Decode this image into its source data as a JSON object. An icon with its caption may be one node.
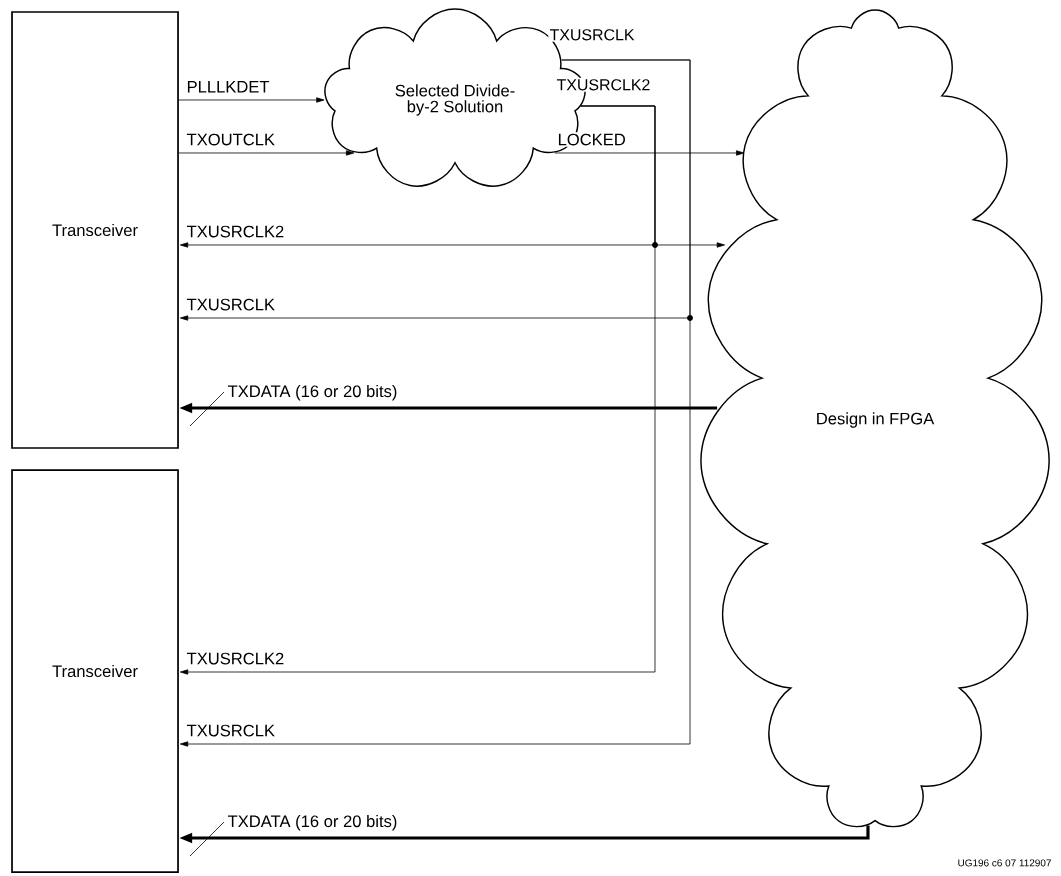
{
  "diagram": {
    "nodes": [
      {
        "text": [
          "Transceiver"
        ]
      },
      {
        "text": [
          "Transceiver"
        ]
      },
      {
        "text": [
          "Selected Divide-by-2 Solution"
        ]
      },
      {
        "text": [
          "Design in FPGA"
        ]
      }
    ],
    "edges": [
      {
        "from": 0,
        "to": 2,
        "arrow": "to",
        "label": "PLLLKDET"
      },
      {
        "from": 0,
        "to": 2,
        "arrow": "to",
        "label": "TXOUTCLK"
      },
      {
        "from": 2,
        "to": 3,
        "arrow": "to",
        "label": "LOCKED"
      },
      {
        "from": 2,
        "to": 0,
        "arrow": "to",
        "label": "TXUSRCLK2"
      },
      {
        "from": 2,
        "to": 3,
        "arrow": "to"
      },
      {
        "from": 2,
        "to": 1,
        "arrow": "to",
        "label": "TXUSRCLK2"
      },
      {
        "from": 2,
        "to": 0,
        "arrow": "to",
        "label": "TXUSRCLK"
      },
      {
        "from": 2,
        "to": 1,
        "arrow": "to",
        "label": "TXUSRCLK"
      },
      {
        "from": 3,
        "to": 0,
        "arrow": "to",
        "label": "TXDATA (16 or 20 bits)",
        "style": "thick"
      },
      {
        "from": 3,
        "to": 1,
        "arrow": "to",
        "label": "TXDATA (16 or 20 bits)",
        "style": "thick"
      }
    ],
    "labels": [
      "TXUSRCLK",
      "TXUSRCLK2",
      "UG196 c6 07 112907"
    ]
  }
}
